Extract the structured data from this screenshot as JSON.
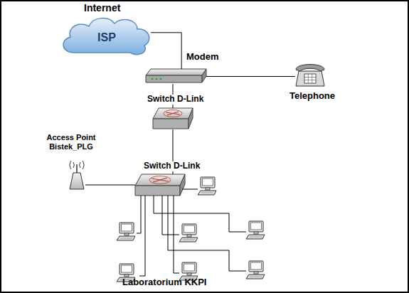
{
  "diagram": {
    "nodes": [
      {
        "text": [
          "Internet",
          "ISP"
        ]
      },
      {
        "text": [
          "Modem"
        ]
      },
      {
        "text": [
          "Telephone"
        ]
      },
      {
        "text": [
          "Switch D-Link"
        ]
      },
      {
        "text": [
          "Access Point Bistek_PLG"
        ]
      },
      {
        "text": [
          "Switch D-Link"
        ]
      }
    ],
    "edges": [
      {
        "from": 0,
        "to": 1,
        "arrow": "none"
      },
      {
        "from": 1,
        "to": 2,
        "arrow": "none"
      },
      {
        "from": 1,
        "to": 3,
        "arrow": "none"
      },
      {
        "from": 3,
        "to": 5,
        "arrow": "none"
      },
      {
        "from": 5,
        "to": 4,
        "arrow": "none"
      }
    ],
    "labels": [
      "Laboratorium KKPI"
    ]
  }
}
